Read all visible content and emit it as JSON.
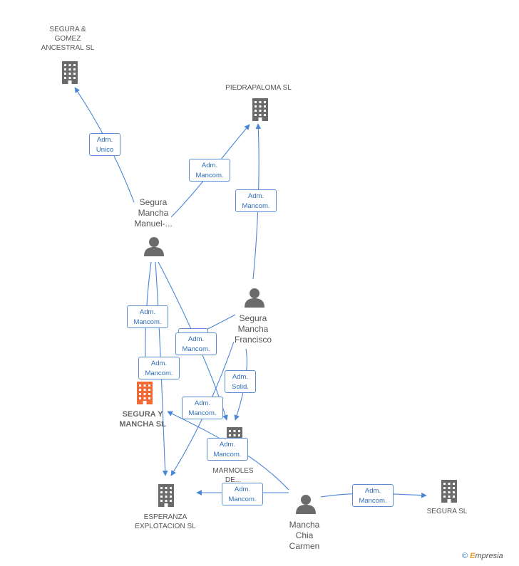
{
  "nodes": {
    "segura_gomez": {
      "label": "SEGURA &\nGOMEZ\nANCESTRAL  SL",
      "icon": "building-icon"
    },
    "piedrapaloma": {
      "label": "PIEDRAPALOMA SL",
      "icon": "building-icon"
    },
    "manuel": {
      "label": "Segura\nMancha\nManuel-...",
      "icon": "person-icon"
    },
    "francisco": {
      "label": "Segura\nMancha\nFrancisco",
      "icon": "person-icon"
    },
    "segura_mancha": {
      "label": "SEGURA Y\nMANCHA SL",
      "icon": "building-icon"
    },
    "marmoles": {
      "label": "MARMOLES\nDE...",
      "icon": "building-icon"
    },
    "esperanza": {
      "label": "ESPERANZA\nEXPLOTACION SL",
      "icon": "building-icon"
    },
    "carmen": {
      "label": "Mancha\nChia\nCarmen",
      "icon": "person-icon"
    },
    "segura_sl": {
      "label": "SEGURA SL",
      "icon": "building-icon"
    }
  },
  "edges": [
    {
      "id": "e1",
      "line1": "Adm.",
      "line2": "Unico"
    },
    {
      "id": "e2",
      "line1": "Adm.",
      "line2": "Mancom."
    },
    {
      "id": "e3",
      "line1": "Adm.",
      "line2": "Mancom."
    },
    {
      "id": "e4",
      "line1": "Adm.",
      "line2": "Mancom."
    },
    {
      "id": "e5",
      "line1": "Adm.",
      "line2": "Mancom."
    },
    {
      "id": "e6",
      "line1": "Adm.",
      "line2": "Mancom."
    },
    {
      "id": "e7",
      "line1": "Adm.",
      "line2": "Solid."
    },
    {
      "id": "e8",
      "line1": "Adm.",
      "line2": "Mancom."
    },
    {
      "id": "e9",
      "line1": "Adm.",
      "line2": "Mancom."
    },
    {
      "id": "e10",
      "line1": "Adm.",
      "line2": "Mancom."
    },
    {
      "id": "e11",
      "line1": "Adm.",
      "line2": "Mancom."
    }
  ],
  "colors": {
    "edge": "#4a86d6",
    "icon": "#6b6b6b",
    "main_icon": "#f26a36"
  },
  "footer": {
    "copyright": "©",
    "brand_initial": "E",
    "brand_rest": "mpresia"
  }
}
